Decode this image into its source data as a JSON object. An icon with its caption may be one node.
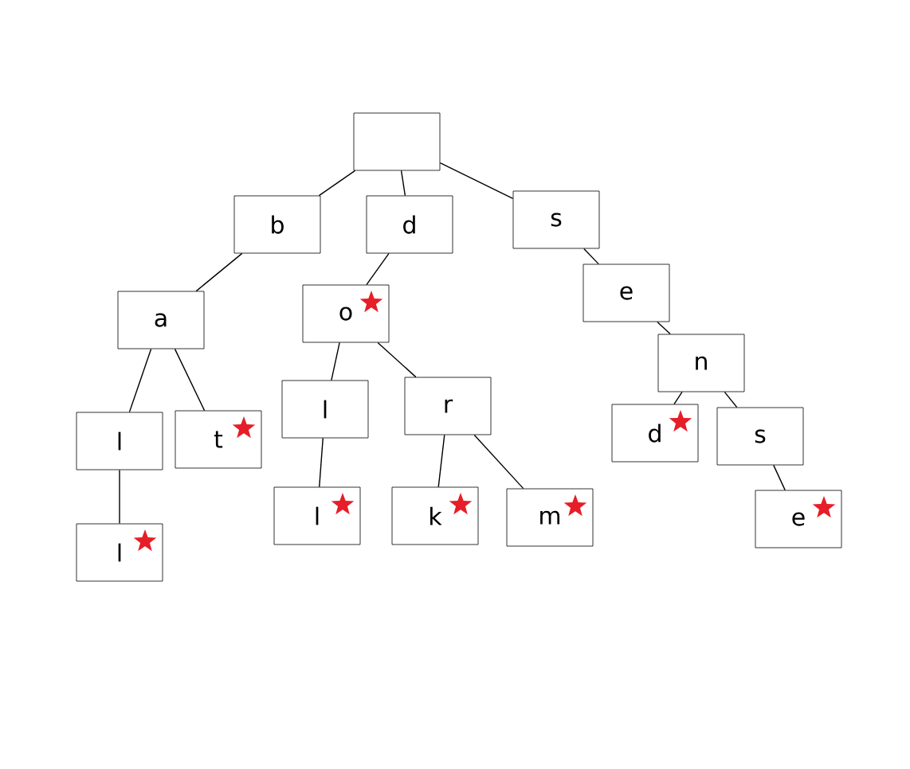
{
  "diagram": {
    "nodes": [
      {
        "text": [],
        "shape": "box"
      },
      {
        "text": [
          "b"
        ]
      },
      {
        "text": [
          "d"
        ]
      },
      {
        "text": [
          "s"
        ]
      },
      {
        "text": [
          "a"
        ]
      },
      {
        "text": [
          "o"
        ]
      },
      {
        "text": [
          "e"
        ]
      },
      {
        "text": [
          "l"
        ]
      },
      {
        "text": [
          "t"
        ]
      },
      {
        "text": [
          "l"
        ]
      },
      {
        "text": [
          "r"
        ]
      },
      {
        "text": [
          "n"
        ]
      },
      {
        "text": [
          "l"
        ]
      },
      {
        "text": [
          "l"
        ]
      },
      {
        "text": [
          "k"
        ]
      },
      {
        "text": [
          "m"
        ]
      },
      {
        "text": [
          "d"
        ]
      },
      {
        "text": [
          "s"
        ]
      },
      {
        "text": [
          "e"
        ]
      }
    ],
    "edges": [
      {
        "from": 0,
        "to": 1,
        "arrow": "none"
      },
      {
        "from": 0,
        "to": 2,
        "arrow": "none"
      },
      {
        "from": 0,
        "to": 3,
        "arrow": "none"
      },
      {
        "from": 1,
        "to": 4,
        "arrow": "none"
      },
      {
        "from": 2,
        "to": 5,
        "arrow": "none"
      },
      {
        "from": 3,
        "to": 6,
        "arrow": "none"
      },
      {
        "from": 4,
        "to": 7,
        "arrow": "none"
      },
      {
        "from": 4,
        "to": 8,
        "arrow": "none"
      },
      {
        "from": 5,
        "to": 9,
        "arrow": "none"
      },
      {
        "from": 5,
        "to": 10,
        "arrow": "none"
      },
      {
        "from": 6,
        "to": 11,
        "arrow": "none"
      },
      {
        "from": 7,
        "to": 12,
        "arrow": "none"
      },
      {
        "from": 9,
        "to": 13,
        "arrow": "none"
      },
      {
        "from": 10,
        "to": 14,
        "arrow": "none"
      },
      {
        "from": 10,
        "to": 15,
        "arrow": "none"
      },
      {
        "from": 11,
        "to": 16,
        "arrow": "none"
      },
      {
        "from": 11,
        "to": 17,
        "arrow": "none"
      },
      {
        "from": 17,
        "to": 18,
        "arrow": "none"
      }
    ]
  }
}
